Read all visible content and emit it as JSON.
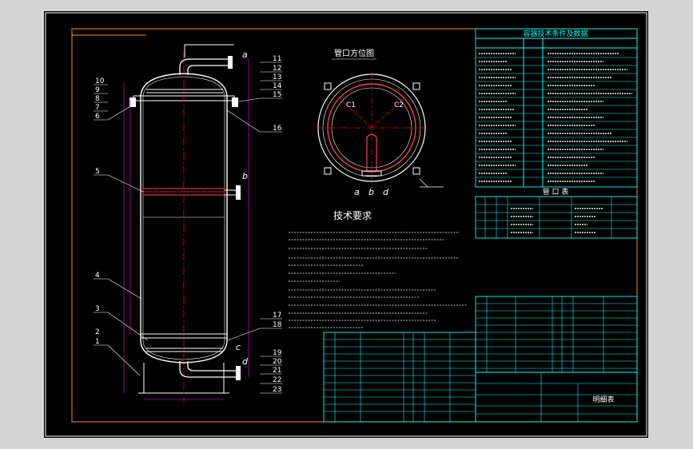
{
  "drawing": {
    "table_title": "容器技术条件及数据",
    "nozzle_view_title": "管口方位图",
    "tech_title": "技术要求",
    "nozzle_table_title": "管 口 表",
    "parts_title": "明细表",
    "nozzle_letters": [
      "a",
      "b",
      "d"
    ],
    "view_labels": [
      "C1",
      "C2"
    ],
    "side_letters": [
      "a",
      "b",
      "c",
      "d"
    ],
    "callouts_left": [
      "10",
      "9",
      "8",
      "7",
      "6",
      "5",
      "4",
      "3",
      "2",
      "1"
    ],
    "callouts_right_top": [
      "11",
      "12",
      "13",
      "14",
      "15",
      "16"
    ],
    "callouts_right_bottom": [
      "17",
      "18",
      "19",
      "20",
      "21",
      "22",
      "23"
    ]
  },
  "colors": {
    "background": "#000000",
    "frame": "#ffffff",
    "border": "#ff8c00",
    "table_lines": "#00ffff",
    "outline": "#ffffff",
    "centerline": "#ff0000",
    "dimension": "#ff00ff",
    "text": "#ffffff"
  }
}
